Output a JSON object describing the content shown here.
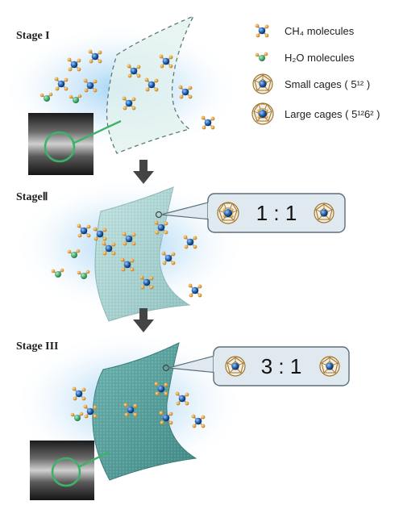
{
  "stages": [
    {
      "label": "Stage I"
    },
    {
      "label": "StageⅡ"
    },
    {
      "label": "Stage III"
    }
  ],
  "legend": {
    "ch4": "CH₄ molecules",
    "h2o": "H₂O molecules",
    "small_cage": "Small cages ( 5¹² )",
    "large_cage": "Large cages ( 5¹²6² )"
  },
  "ratios": {
    "stage2": "1 : 1",
    "stage3": "3 : 1"
  },
  "colors": {
    "methane_carbon": "#1f5fa8",
    "methane_hydrogen": "#d9901e",
    "water_oxygen": "#2e9a5c",
    "stage1_sheet": "#e3f2ef",
    "stage2_sheet": "#a9d2d0",
    "stage3_sheet": "#4f9a98",
    "glow": "#7ec3f2",
    "ring": "#3db36a"
  }
}
